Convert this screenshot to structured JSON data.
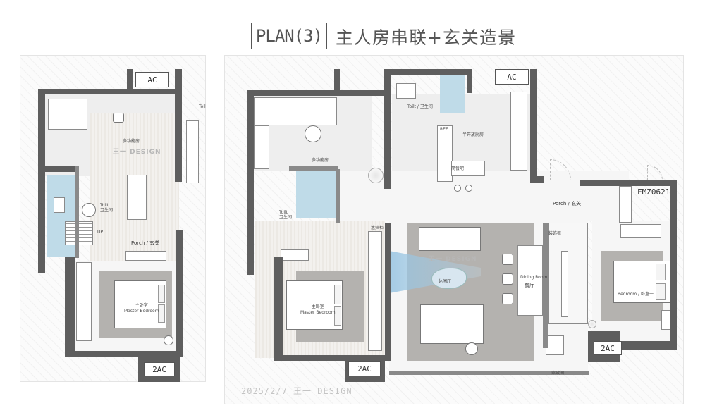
{
  "title": {
    "plan_code": "PLAN(3)",
    "plan_name": "主人房串联+玄关造景"
  },
  "footer": {
    "date_watermark": "2025/2/7 王一 DESIGN"
  },
  "left_plan": {
    "rooms": {
      "multi_room": "多功能房",
      "toilet": "Toilt\n卫生间",
      "porch": "Porch / 玄关",
      "master": "主卧室\nMaster Bedroom"
    },
    "watermark": "王一 DESIGN",
    "up_label": "UP",
    "ac_top": "AC",
    "ac_bottom": "2AC",
    "cut_label": "Toil"
  },
  "right_plan": {
    "rooms": {
      "multi_room": "多功能房",
      "toilet_left": "Toilt\n卫生间",
      "toilet_top": "Toilt / 卫生间",
      "kitchen": "半开放厨房",
      "ref": "REF.",
      "bar": "简餐吧",
      "porch": "Porch / 玄关",
      "master": "主卧室\nMaster Bedroom",
      "dining_en": "Dining Room",
      "dining_cn": "餐厅",
      "bedroom": "Bedroom / 卧室一",
      "lounge": "休闲厅",
      "laundry": "家政间",
      "cabinet_top": "装饰柜",
      "cabinet_left": "遮挡柜"
    },
    "watermark": "王一 DESIGN",
    "door_code": "FMZ0621",
    "ac_top": "AC",
    "ac_bottom_left": "2AC",
    "ac_bottom_right": "2AC"
  },
  "colors": {
    "wall": "#5e5e5e",
    "bath": "#bfdbe8",
    "rug": "#b4b2af",
    "floor": "#eeeeee",
    "accent_cone": "#96c3e1"
  }
}
